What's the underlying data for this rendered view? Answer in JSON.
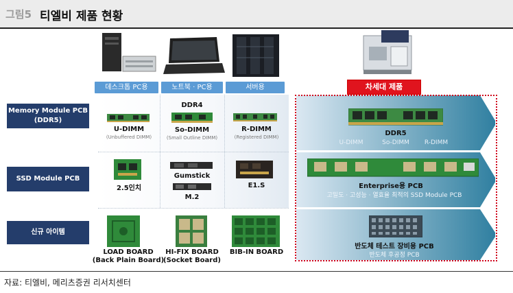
{
  "title": {
    "fig_label": "그림5",
    "text": "티엘비 제품 현황"
  },
  "columns": {
    "desktop": "데스크톱 PC용",
    "laptop": "노트북 · PC용",
    "server": "서버용",
    "next_gen": "차세대 제품"
  },
  "rows": {
    "memory": {
      "line1": "Memory Module PCB",
      "line2": "(DDR5)"
    },
    "ssd": "SSD Module PCB",
    "new": "신규 아이템"
  },
  "memory_products": {
    "udimm": {
      "name": "U-DIMM",
      "sub": "(Unbuffered DIMM)"
    },
    "sodimm": {
      "top": "DDR4",
      "name": "So-DIMM",
      "sub": "(Small Outline DIMM)"
    },
    "rdimm": {
      "name": "R-DIMM",
      "sub": "(Registered DIMM)"
    }
  },
  "ssd_products": {
    "inch": "2.5인치",
    "gumstick": "Gumstick",
    "m2": "M.2",
    "e1s": "E1.S"
  },
  "new_products": {
    "load": {
      "line1": "LOAD BOARD",
      "line2": "(Back Plain Board)"
    },
    "hifix": {
      "line1": "HI-FIX BOARD",
      "line2": "(Socket Board)"
    },
    "bibin": {
      "line1": "BIB-IN BOARD"
    }
  },
  "next_gen": {
    "ddr5": "DDR5",
    "ddr5_types": [
      "U-DIMM",
      "So-DIMM",
      "R-DIMM"
    ],
    "enterprise": "Enterprise용 PCB",
    "enterprise_desc": "고밀도 · 고성능 · 열효율 최적의 SSD Module PCB",
    "semi": "반도체 테스트 장비용 PCB",
    "semi_desc": "반도체 후공정 PCB"
  },
  "source": "자료: 티엘비, 메리츠증권 리서치센터",
  "colors": {
    "row_header": "#243d6b",
    "column_header": "#5b9bd5",
    "next_gen_header": "#e0141e",
    "arrow_start": "#dbe8f2",
    "arrow_end": "#2f7fa0",
    "dotted_frame": "#d0021b",
    "pcb_green": "#2f8a3a"
  }
}
